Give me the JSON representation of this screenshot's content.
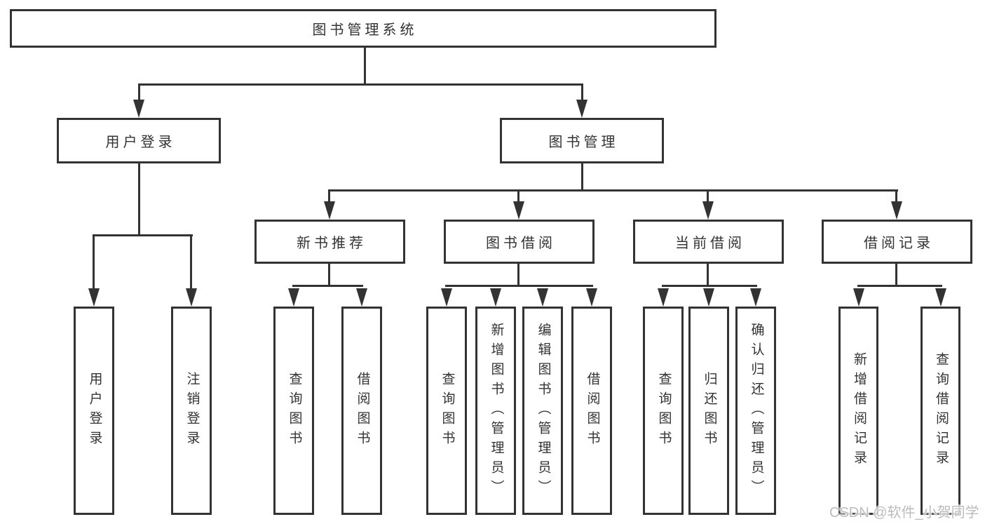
{
  "nodes": {
    "root": "图书管理系统",
    "user_login": "用户登录",
    "book_mgmt": "图书管理",
    "new_book_rec": "新书推荐",
    "book_borrow": "图书借阅",
    "current_borrow": "当前借阅",
    "borrow_record": "借阅记录",
    "ul_user_login": "用户登录",
    "ul_logout": "注销登录",
    "nb_query": "查询图书",
    "nb_borrow": "借阅图书",
    "bb_query": "查询图书",
    "bb_add": "新增图书（管理员）",
    "bb_edit": "编辑图书（管理员）",
    "bb_borrow": "借阅图书",
    "cb_query": "查询图书",
    "cb_return": "归还图书",
    "cb_confirm": "确认归还（管理员）",
    "br_add": "新增借阅记录",
    "br_query": "查询借阅记录"
  },
  "hierarchy": {
    "图书管理系统": [
      "用户登录",
      "图书管理"
    ],
    "用户登录": [
      "用户登录",
      "注销登录"
    ],
    "图书管理": [
      "新书推荐",
      "图书借阅",
      "当前借阅",
      "借阅记录"
    ],
    "新书推荐": [
      "查询图书",
      "借阅图书"
    ],
    "图书借阅": [
      "查询图书",
      "新增图书（管理员）",
      "编辑图书（管理员）",
      "借阅图书"
    ],
    "当前借阅": [
      "查询图书",
      "归还图书",
      "确认归还（管理员）"
    ],
    "借阅记录": [
      "新增借阅记录",
      "查询借阅记录"
    ]
  },
  "watermark": "CSDN @软件_小贺同学",
  "colors": {
    "line": "#333333",
    "text": "#333333",
    "watermark": "#bcbcbc",
    "background": "#ffffff"
  }
}
